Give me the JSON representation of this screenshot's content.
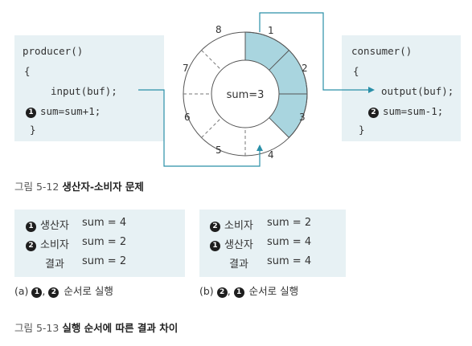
{
  "fig12": {
    "producer": {
      "title": "producer()",
      "open_brace": "{",
      "line1": "input(buf);",
      "step_num": "1",
      "line2": "sum=sum+1;",
      "close_brace": "}"
    },
    "consumer": {
      "title": "consumer()",
      "open_brace": "{",
      "line1": "output(buf);",
      "step_num": "2",
      "line2": "sum=sum-1;",
      "close_brace": "}"
    },
    "ring": {
      "center_label": "sum=3",
      "slot_labels": [
        "1",
        "2",
        "3",
        "4",
        "5",
        "6",
        "7",
        "8"
      ],
      "filled_color": "#a9d5df",
      "line_color": "#2a8fa8"
    },
    "caption_prefix": "그림 5-12",
    "caption_title": "생산자-소비자 문제"
  },
  "fig13": {
    "table_a": {
      "rows": [
        {
          "marker": "1",
          "role": "생산자",
          "value": "sum = 4"
        },
        {
          "marker": "2",
          "role": "소비자",
          "value": "sum = 2"
        },
        {
          "marker": "",
          "role": "결과",
          "value": "sum = 2"
        }
      ],
      "sub_prefix": "(a)",
      "sub_m1": "1",
      "sub_m2": "2",
      "sub_text": "순서로 실행"
    },
    "table_b": {
      "rows": [
        {
          "marker": "2",
          "role": "소비자",
          "value": "sum = 2"
        },
        {
          "marker": "1",
          "role": "생산자",
          "value": "sum = 4"
        },
        {
          "marker": "",
          "role": "결과",
          "value": "sum = 4"
        }
      ],
      "sub_prefix": "(b)",
      "sub_m1": "2",
      "sub_m2": "1",
      "sub_text": "순서로 실행"
    },
    "caption_prefix": "그림 5-13",
    "caption_title": "실행 순서에 따른 결과 차이"
  },
  "colors": {
    "box_bg": "#e7f1f4",
    "arrow": "#2a8fa8"
  }
}
